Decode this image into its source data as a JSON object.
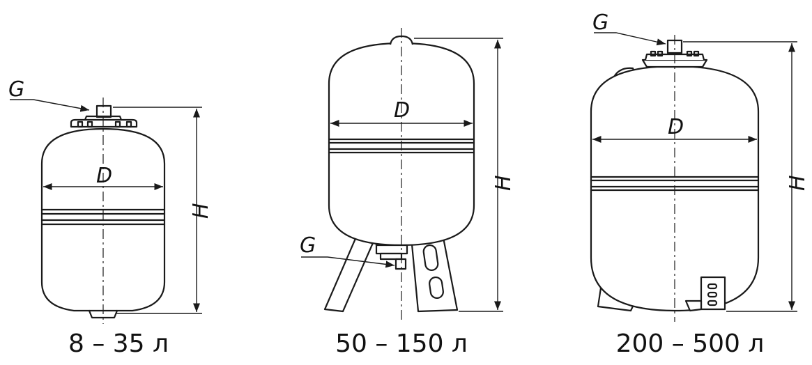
{
  "tanks": [
    {
      "caption": "8 – 35 л",
      "labels": {
        "connection": "G",
        "diameter": "D",
        "height": "H"
      }
    },
    {
      "caption": "50 – 150 л",
      "labels": {
        "connection": "G",
        "diameter": "D",
        "height": "H"
      }
    },
    {
      "caption": "200 – 500 л",
      "labels": {
        "connection": "G",
        "diameter": "D",
        "height": "H"
      }
    }
  ]
}
